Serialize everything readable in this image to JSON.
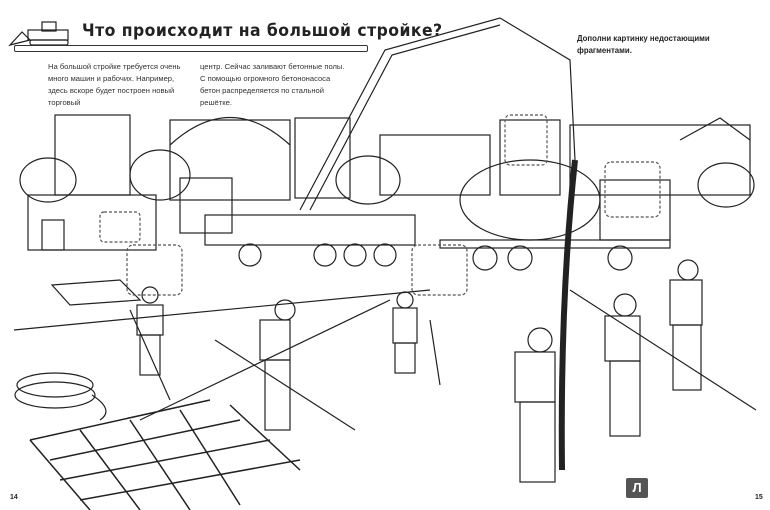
{
  "header": {
    "title": "Что происходит на большой стройке?"
  },
  "intro": {
    "column1": "На большой стройке требуется очень много машин и рабочих. Например, здесь вскоре будет построен новый торговый",
    "column2": "центр. Сейчас заливают бетонные полы. С помощью огромного бетононасоса бетон распределяется по стальной решётке."
  },
  "instruction": "Дополни картинку недостающими фрагментами.",
  "page_numbers": {
    "left": "14",
    "right": "15"
  },
  "logo": {
    "letter": "Л",
    "color": "#555555"
  }
}
